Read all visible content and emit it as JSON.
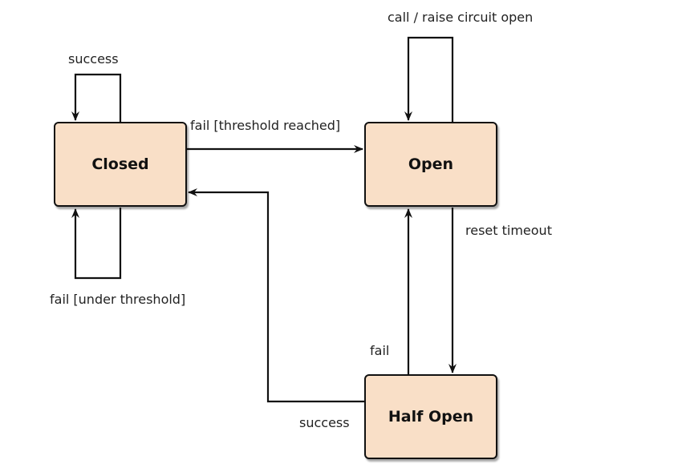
{
  "states": {
    "closed": "Closed",
    "open": "Open",
    "half_open": "Half Open"
  },
  "transitions": {
    "closed_success_loop": "success",
    "closed_fail_under_threshold": "fail [under threshold]",
    "closed_to_open": "fail [threshold reached]",
    "open_call_loop": "call / raise circuit open",
    "open_to_half_open": "reset timeout",
    "half_open_fail": "fail",
    "half_open_success": "success"
  },
  "colors": {
    "state_fill": "#f9dfc7",
    "stroke": "#111111",
    "text": "#222222"
  }
}
